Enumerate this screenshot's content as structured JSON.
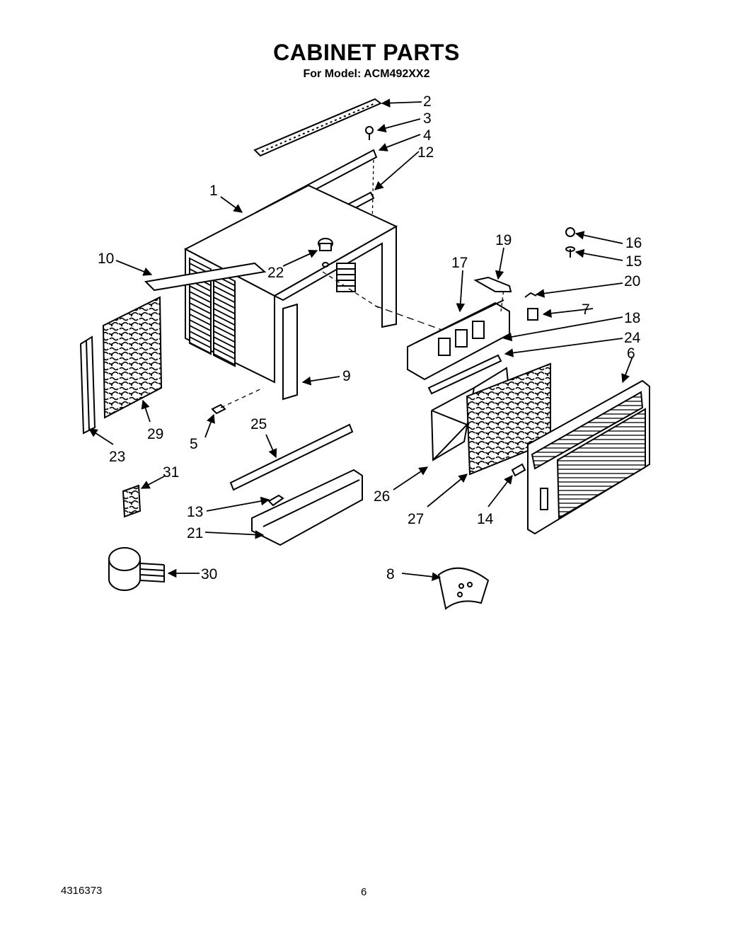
{
  "title": "CABINET PARTS",
  "subtitle": "For Model: ACM492XX2",
  "footer": {
    "doc_number": "4316373",
    "page_number": "6"
  },
  "labels": {
    "l1": "1",
    "l2": "2",
    "l3": "3",
    "l4": "4",
    "l5": "5",
    "l6": "6",
    "l7": "7",
    "l8": "8",
    "l9": "9",
    "l10": "10",
    "l12": "12",
    "l13": "13",
    "l14": "14",
    "l15": "15",
    "l16": "16",
    "l17": "17",
    "l18": "18",
    "l19": "19",
    "l20": "20",
    "l21": "21",
    "l22": "22",
    "l23": "23",
    "l24": "24",
    "l25": "25",
    "l26": "26",
    "l27": "27",
    "l29": "29",
    "l30": "30",
    "l31": "31"
  }
}
